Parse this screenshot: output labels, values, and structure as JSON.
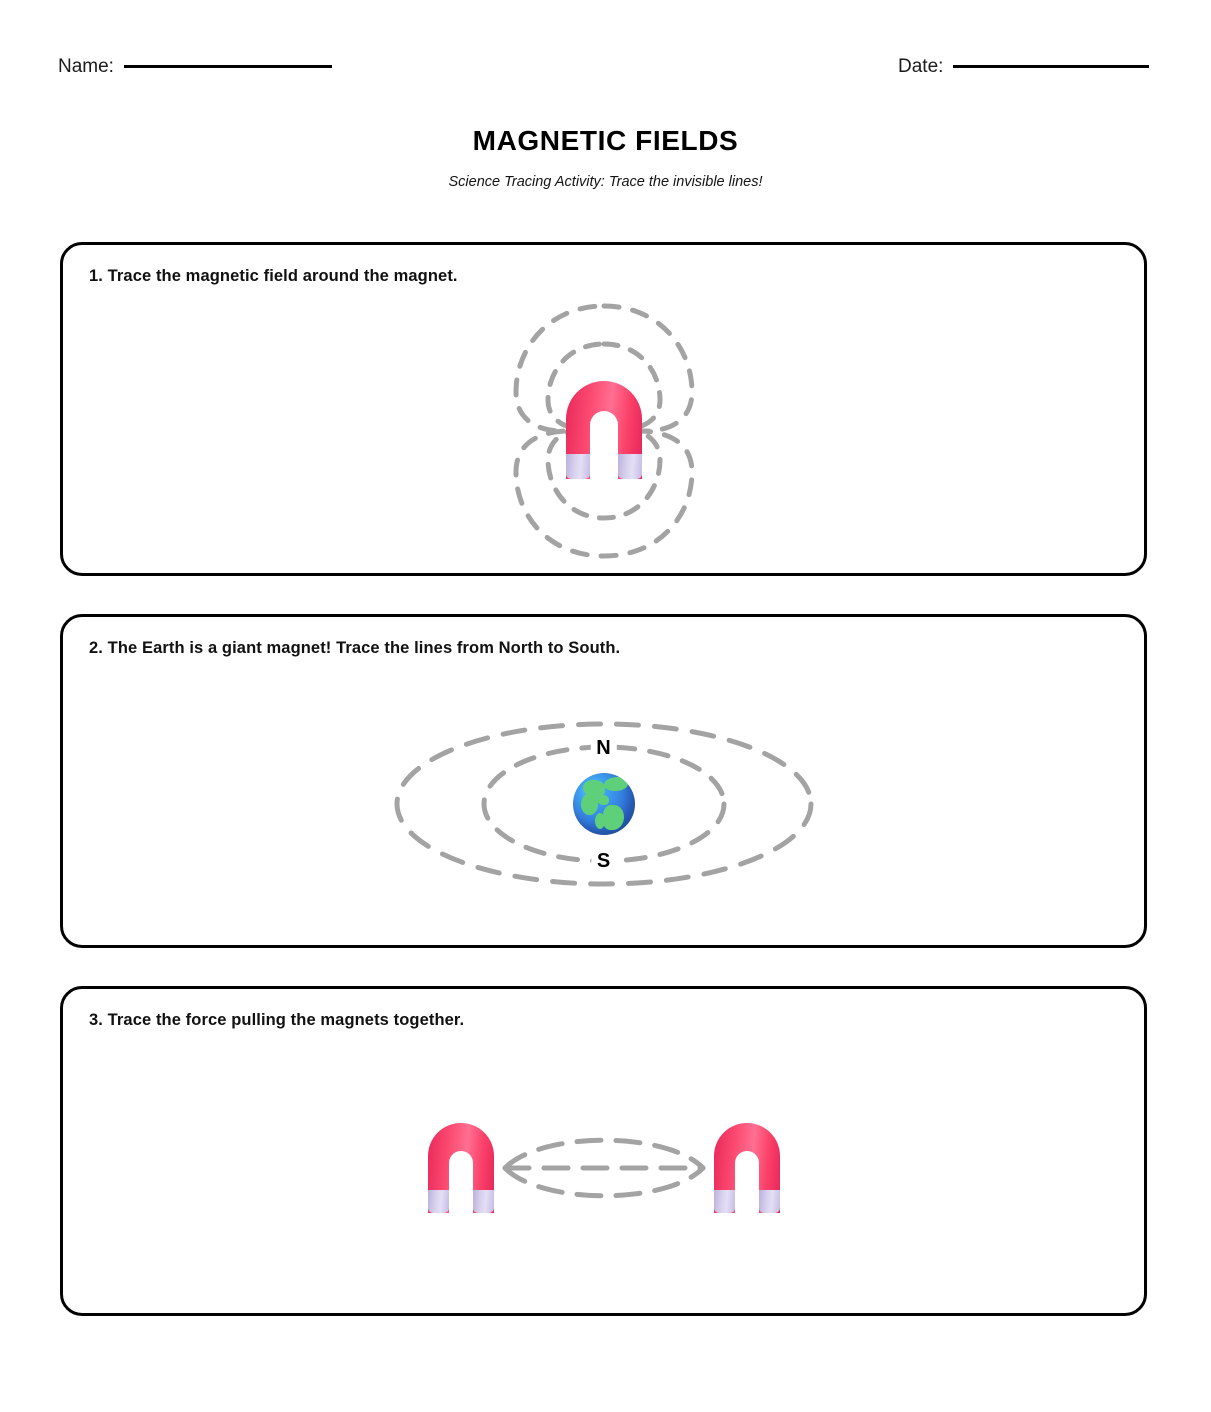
{
  "header": {
    "name_label": "Name:",
    "date_label": "Date:"
  },
  "title": "MAGNETIC FIELDS",
  "subtitle": "Science Tracing Activity: Trace the invisible lines!",
  "tasks": [
    {
      "number": "1.",
      "prompt": "1. Trace the magnetic field around the magnet.",
      "illustration": "horseshoe-magnet-with-two-dashed-field-loops"
    },
    {
      "number": "2.",
      "prompt": "2. The Earth is a giant magnet! Trace the lines from North to South.",
      "illustration": "earth-globe-with-two-dashed-field-ellipses",
      "pole_north": "N",
      "pole_south": "S"
    },
    {
      "number": "3.",
      "prompt": "3. Trace the force pulling the magnets together.",
      "illustration": "two-horseshoe-magnets-with-three-dashed-attraction-lines"
    }
  ],
  "colors": {
    "magnet_body": "#f8355f",
    "magnet_foot": "#cfc8e8",
    "dash_line": "#a3a3a3",
    "box_border": "#000000",
    "text": "#111111",
    "earth_ocean": "#3180e0",
    "earth_land": "#5fd07a"
  }
}
